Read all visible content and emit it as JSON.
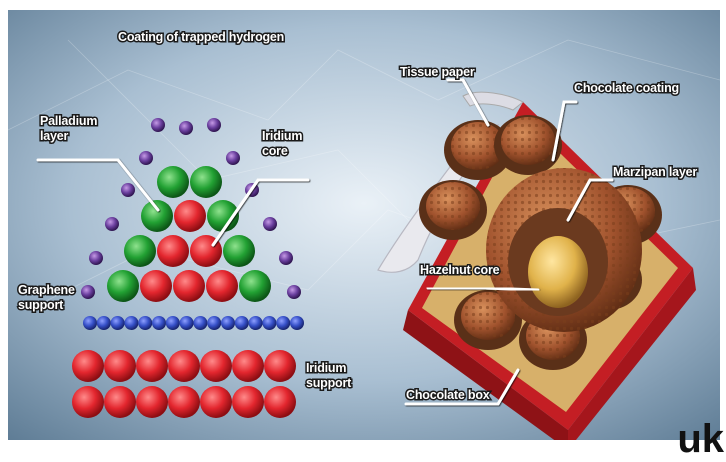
{
  "left_diagram": {
    "labels": {
      "coating": "Coating of trapped hydrogen",
      "palladium_1": "Palladium",
      "palladium_2": "layer",
      "iridium_core_1": "Iridium",
      "iridium_core_2": "core",
      "graphene_1": "Graphene",
      "graphene_2": "support",
      "iridium_support_1": "Iridium",
      "iridium_support_2": "support"
    },
    "colors": {
      "hydrogen": "#6a3f9e",
      "palladium": "#1f9a2f",
      "iridium": "#e0262e",
      "graphene": "#3650c8"
    }
  },
  "right_diagram": {
    "labels": {
      "tissue": "Tissue paper",
      "chocolate_coating": "Chocolate coating",
      "marzipan": "Marzipan layer",
      "hazelnut": "Hazelnut core",
      "box": "Chocolate box"
    },
    "colors": {
      "box": "#c41e24",
      "chocolate": "#a0522d",
      "hazelnut": "#e0b24a",
      "marzipan": "#6b3a1f"
    }
  },
  "watermark": "uk"
}
